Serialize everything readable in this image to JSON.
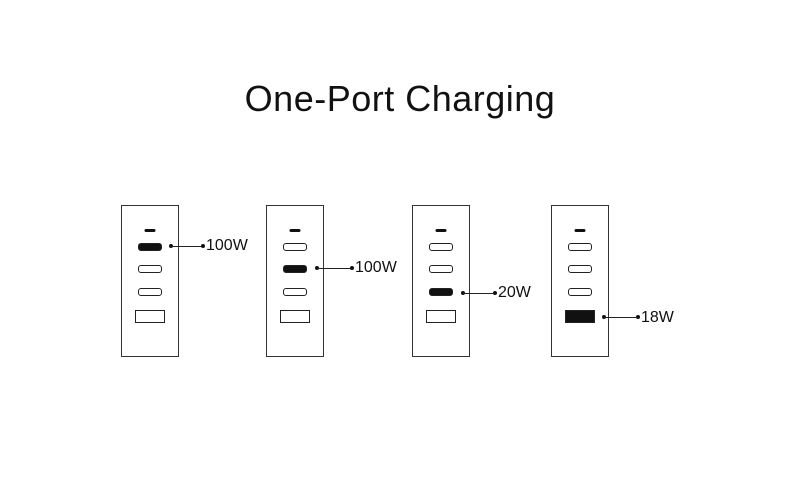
{
  "title": "One-Port Charging",
  "chargers": [
    {
      "active_port": "C1",
      "label": "100W"
    },
    {
      "active_port": "C2",
      "label": "100W"
    },
    {
      "active_port": "C3",
      "label": "20W"
    },
    {
      "active_port": "A",
      "label": "18W"
    }
  ],
  "colors": {
    "outline": "#333333",
    "active_fill": "#111111",
    "background": "#ffffff"
  }
}
